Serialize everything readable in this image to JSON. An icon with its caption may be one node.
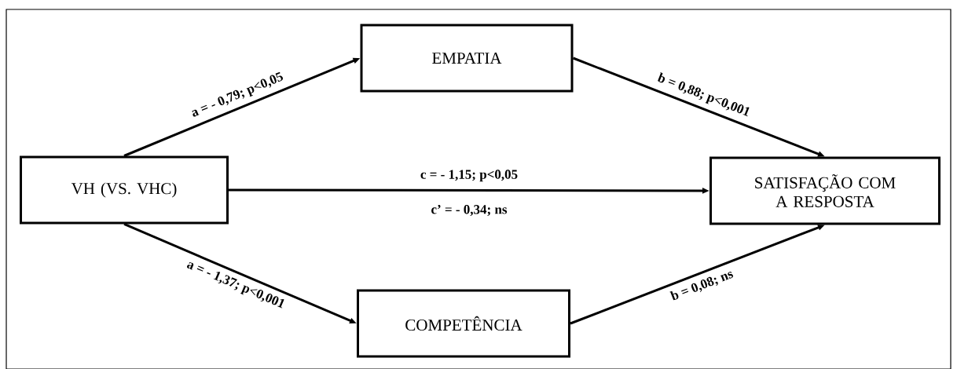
{
  "diagram": {
    "nodes": [
      {
        "text": [
          "VH (VS. VHC)"
        ]
      },
      {
        "text": [
          "EMPATIA"
        ]
      },
      {
        "text": [
          "COMPETÊNCIA"
        ]
      },
      {
        "text": [
          "SATISFAÇÃO COM A RESPOSTA"
        ]
      }
    ],
    "edges": [
      {
        "from": 0,
        "to": 1,
        "arrow": "to",
        "label": "a = - 0,79; p<0,05"
      },
      {
        "from": 1,
        "to": 3,
        "arrow": "to",
        "label": "b = 0,88; p<0,001"
      },
      {
        "from": 0,
        "to": 3,
        "arrow": "to",
        "label": "c = - 1,15; p<0,05"
      },
      {
        "from": 0,
        "to": 2,
        "arrow": "to",
        "label": "a = - 1,37; p<0,001"
      },
      {
        "from": 2,
        "to": 3,
        "arrow": "to",
        "label": "b = 0,08; ns"
      }
    ],
    "labels": [
      "c’ = - 0,34; ns"
    ]
  }
}
